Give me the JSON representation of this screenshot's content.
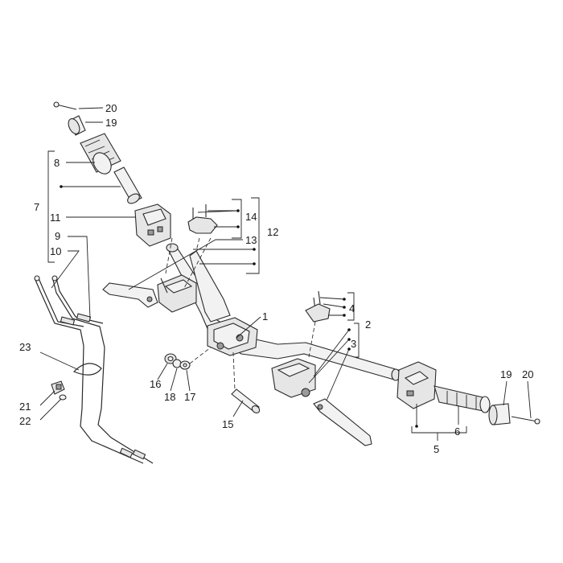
{
  "labels": {
    "l1": "1",
    "l2": "2",
    "l3": "3",
    "l4": "4",
    "l5": "5",
    "l6": "6",
    "l7": "7",
    "l8": "8",
    "l9": "9",
    "l10": "10",
    "l11": "11",
    "l12": "12",
    "l13": "13",
    "l14": "14",
    "l15": "15",
    "l16": "16",
    "l17": "17",
    "l18": "18",
    "l19a": "19",
    "l19b": "19",
    "l20a": "20",
    "l20b": "20",
    "l21": "21",
    "l22": "22",
    "l23": "23"
  }
}
